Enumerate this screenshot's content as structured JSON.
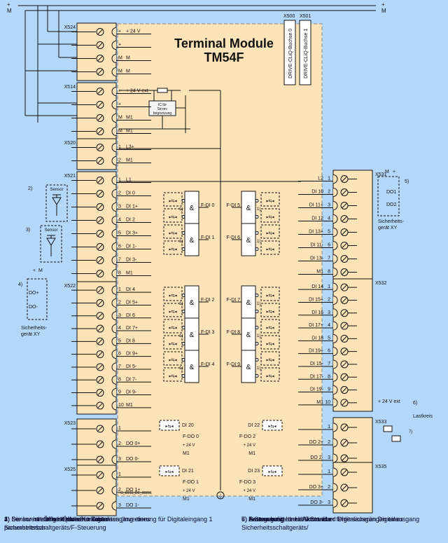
{
  "module": {
    "title_line1": "Terminal Module",
    "title_line2": "TM54F",
    "drawing_id": "G_D211_DE_00201"
  },
  "supply": {
    "plus": "+",
    "minus": "M"
  },
  "drive_cliq": [
    {
      "id": "X500",
      "label": "DRIVE-CLiQ-Buchse 0"
    },
    {
      "id": "X501",
      "label": "DRIVE-CLiQ-Buchse 1"
    }
  ],
  "ic": {
    "label": "IC für Strom-begrenzung",
    "l1": "IC für",
    "l2": "Strom-",
    "l3": "begrenzung"
  },
  "left_terminals": [
    {
      "id": "X524",
      "pins": [
        {
          "n": "+",
          "sig": "+ 24 V"
        },
        {
          "n": "+",
          "sig": ""
        },
        {
          "n": "M",
          "sig": "M"
        },
        {
          "n": "M",
          "sig": "M"
        }
      ]
    },
    {
      "id": "X514",
      "pins": [
        {
          "n": "+",
          "sig": "+ 24 V ext"
        },
        {
          "n": "+",
          "sig": ""
        },
        {
          "n": "M",
          "sig": "M1"
        },
        {
          "n": "M",
          "sig": "M1"
        }
      ]
    },
    {
      "id": "X520",
      "pins": [
        {
          "n": "1",
          "sig": "L3+"
        },
        {
          "n": "2",
          "sig": "M1"
        }
      ]
    },
    {
      "id": "X521",
      "pins": [
        {
          "n": "1",
          "sig": "L1"
        },
        {
          "n": "2",
          "sig": "DI 0"
        },
        {
          "n": "3",
          "sig": "DI 1+"
        },
        {
          "n": "4",
          "sig": "DI 2"
        },
        {
          "n": "5",
          "sig": "DI 3+"
        },
        {
          "n": "6",
          "sig": "DI 1-"
        },
        {
          "n": "7",
          "sig": "DI 3-"
        },
        {
          "n": "8",
          "sig": "M1"
        }
      ]
    },
    {
      "id": "X522",
      "pins": [
        {
          "n": "1",
          "sig": "DI 4"
        },
        {
          "n": "2",
          "sig": "DI 5+"
        },
        {
          "n": "3",
          "sig": "DI 6"
        },
        {
          "n": "4",
          "sig": "DI 7+"
        },
        {
          "n": "5",
          "sig": "DI 8"
        },
        {
          "n": "6",
          "sig": "DI 9+"
        },
        {
          "n": "7",
          "sig": "DI 5-"
        },
        {
          "n": "8",
          "sig": "DI 7-"
        },
        {
          "n": "9",
          "sig": "DI 9-"
        },
        {
          "n": "10",
          "sig": "M1"
        }
      ]
    },
    {
      "id": "X523",
      "pins": [
        {
          "n": "1",
          "sig": ""
        },
        {
          "n": "2",
          "sig": "DO 0+"
        },
        {
          "n": "3",
          "sig": "DO 0-"
        }
      ]
    },
    {
      "id": "X525",
      "pins": [
        {
          "n": "1",
          "sig": ""
        },
        {
          "n": "2",
          "sig": "DO 1+"
        },
        {
          "n": "3",
          "sig": "DO 1-"
        }
      ]
    }
  ],
  "right_terminals": [
    {
      "id": "X531",
      "pins": [
        {
          "n": "1",
          "sig": "L2"
        },
        {
          "n": "2",
          "sig": "DI 10"
        },
        {
          "n": "3",
          "sig": "DI 11+"
        },
        {
          "n": "4",
          "sig": "DI 12"
        },
        {
          "n": "5",
          "sig": "DI 13+"
        },
        {
          "n": "6",
          "sig": "DI 11-"
        },
        {
          "n": "7",
          "sig": "DI 13-"
        },
        {
          "n": "8",
          "sig": "M1"
        }
      ]
    },
    {
      "id": "X532",
      "pins": [
        {
          "n": "1",
          "sig": "DI 14"
        },
        {
          "n": "2",
          "sig": "DI 15+"
        },
        {
          "n": "3",
          "sig": "DI 16"
        },
        {
          "n": "4",
          "sig": "DI 17+"
        },
        {
          "n": "5",
          "sig": "DI 18"
        },
        {
          "n": "6",
          "sig": "DI 19+"
        },
        {
          "n": "7",
          "sig": "DI 15-"
        },
        {
          "n": "8",
          "sig": "DI 17-"
        },
        {
          "n": "9",
          "sig": "DI 19-"
        },
        {
          "n": "10",
          "sig": "M1"
        }
      ]
    },
    {
      "id": "X533",
      "pins": [
        {
          "n": "1",
          "sig": ""
        },
        {
          "n": "2",
          "sig": "DO 2+"
        },
        {
          "n": "3",
          "sig": "DO 2-"
        }
      ]
    },
    {
      "id": "X535",
      "pins": [
        {
          "n": "1",
          "sig": ""
        },
        {
          "n": "2",
          "sig": "DO 3+"
        },
        {
          "n": "3",
          "sig": "DO 3-"
        }
      ]
    }
  ],
  "fdi_left": [
    "F-DI 0",
    "F-DI 1",
    "F-DI 2",
    "F-DI 3",
    "F-DI 4"
  ],
  "fdi_right": [
    "F-DI 5",
    "F-DI 6",
    "F-DI 7",
    "F-DI 8",
    "F-DI 9"
  ],
  "gate_symbol": "&",
  "footnote_ref": "1)",
  "m1": "M1",
  "outputs_left": [
    {
      "di": "DI 20",
      "fdo": "F-DO 0",
      "v": "+ 24 V",
      "m": "M1"
    },
    {
      "di": "DI 21",
      "fdo": "F-DO 1",
      "v": "+ 24 V",
      "m": "M1"
    }
  ],
  "outputs_right": [
    {
      "di": "DI 22",
      "fdo": "F-DO 2",
      "v": "+ 24 V",
      "m": "M1"
    },
    {
      "di": "DI 23",
      "fdo": "F-DO 3",
      "v": "+ 24 V",
      "m": "M1"
    }
  ],
  "sensors": {
    "label": "Sensor",
    "ref2": "2)",
    "ref3": "3)"
  },
  "safety_device_left": {
    "ref": "4)",
    "plus": "+",
    "m": "M",
    "do_plus": "DO+",
    "do_minus": "DO-",
    "name1": "Sicherheits-",
    "name2": "gerät XY"
  },
  "safety_device_right": {
    "ref": "5)",
    "plus": "+",
    "m": "M",
    "do1": "DO1",
    "do2": "DO2",
    "name1": "Sicherheits-",
    "name2": "gerät XY"
  },
  "load": {
    "supply": "+ 24 V ext",
    "ref6": "6)",
    "ref7": "7)",
    "label": "Lastkreis"
  },
  "footnotes_left": [
    "1) Die Invertierung ist parametrierbar",
    "2) Sensor mit Öffner/Schließer Kontakten (Invertierung für Digitaleingang 1 parametrierbar",
    "3) Sensor mit Öffner/Öffner Kontakten",
    "4) Sensor ist ein fehlersicherer Digitalausgang eines Sicherheitsschaltgeräts/F-Steuerung"
  ],
  "footnotes_right": [
    "5) Sensor besteht aus 2 Standard Digitalausgängen eines Sicherheitsschaltgeräts/",
    "    F-Steuerung",
    "6) Ansteuerung eines Aktors über fehlersicheren Digitalausgang",
    "7) zwangsgeführte Hilfskontakte"
  ]
}
